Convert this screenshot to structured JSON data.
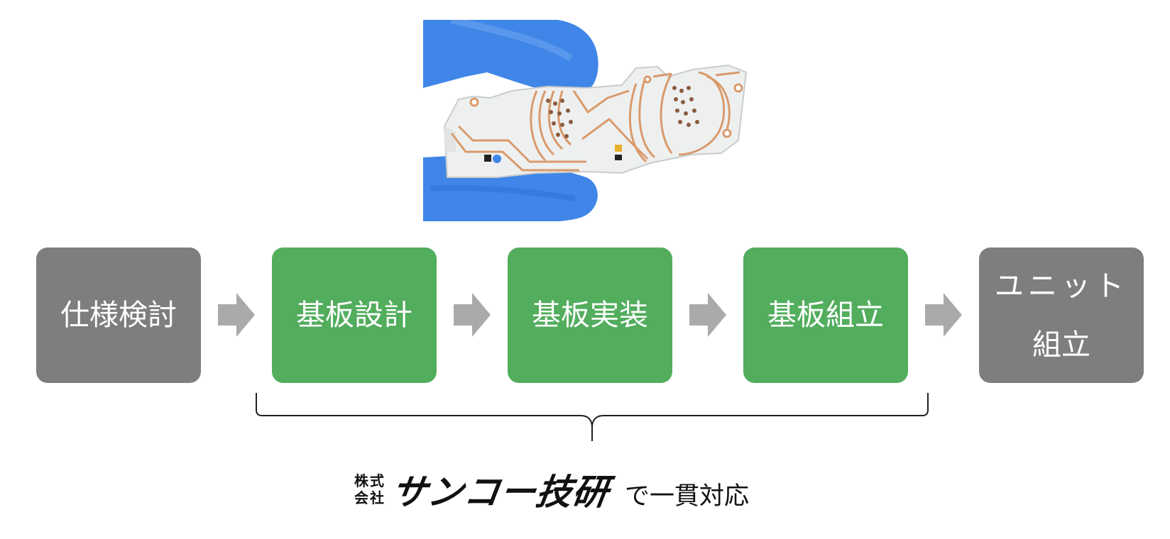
{
  "photo": {
    "subject": "flexible-pcb-held-in-gloved-hand",
    "colors": {
      "glove": "#3f86e8",
      "board": "#eef0f0",
      "trace": "#d99a6c"
    }
  },
  "flow": {
    "steps": [
      {
        "line1": "仕様検討",
        "line2": "",
        "style": "gray"
      },
      {
        "line1": "基板設計",
        "line2": "",
        "style": "green"
      },
      {
        "line1": "基板実装",
        "line2": "",
        "style": "green"
      },
      {
        "line1": "基板組立",
        "line2": "",
        "style": "green"
      },
      {
        "line1": "ユニット",
        "line2": "組立",
        "style": "gray"
      }
    ],
    "arrow_icon": "right-arrow-icon",
    "colors": {
      "gray": "#7e7e7e",
      "green": "#52ad5d",
      "arrow": "#aaaaaa"
    }
  },
  "footer": {
    "kabushiki_kaisha": [
      "株",
      "式",
      "会",
      "社"
    ],
    "company_name": "サンコー技研",
    "suffix": "で一貫対応"
  }
}
